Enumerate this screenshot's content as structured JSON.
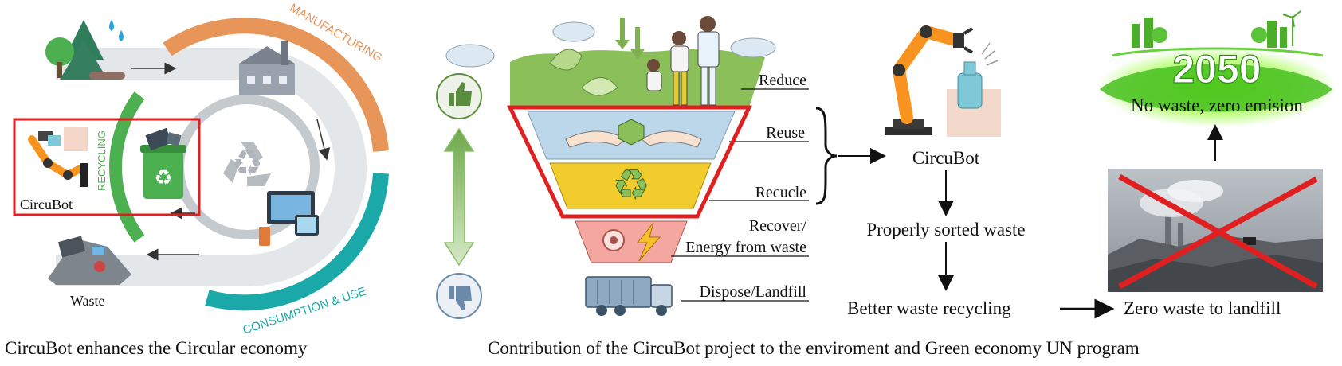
{
  "left_panel": {
    "arc_labels": {
      "manufacturing": "MANUFACTURING",
      "consumption": "CONSUMPTION & USE",
      "recycling": "RECYCLING"
    },
    "robot_label": "CircuBot",
    "waste_label": "Waste",
    "caption": "CircuBot enhances the Circular economy",
    "colors": {
      "orange": "#E8955A",
      "teal": "#1AA8A8",
      "green": "#4CAF50",
      "highlight": "#E02020"
    }
  },
  "hierarchy": {
    "levels": [
      "Reduce",
      "Reuse",
      "Recucle",
      "Recover/",
      "Energy from waste",
      "Dispose/Landfill"
    ],
    "caption": "Contribution of the CircuBot project to the enviroment and Green economy UN program"
  },
  "flow": {
    "robot_label": "CircuBot",
    "step_sorted": "Properly sorted waste",
    "step_recycling": "Better waste recycling",
    "step_zero": "Zero waste to landfill",
    "goal_year": "2050",
    "goal_text": "No waste, zero emision"
  }
}
